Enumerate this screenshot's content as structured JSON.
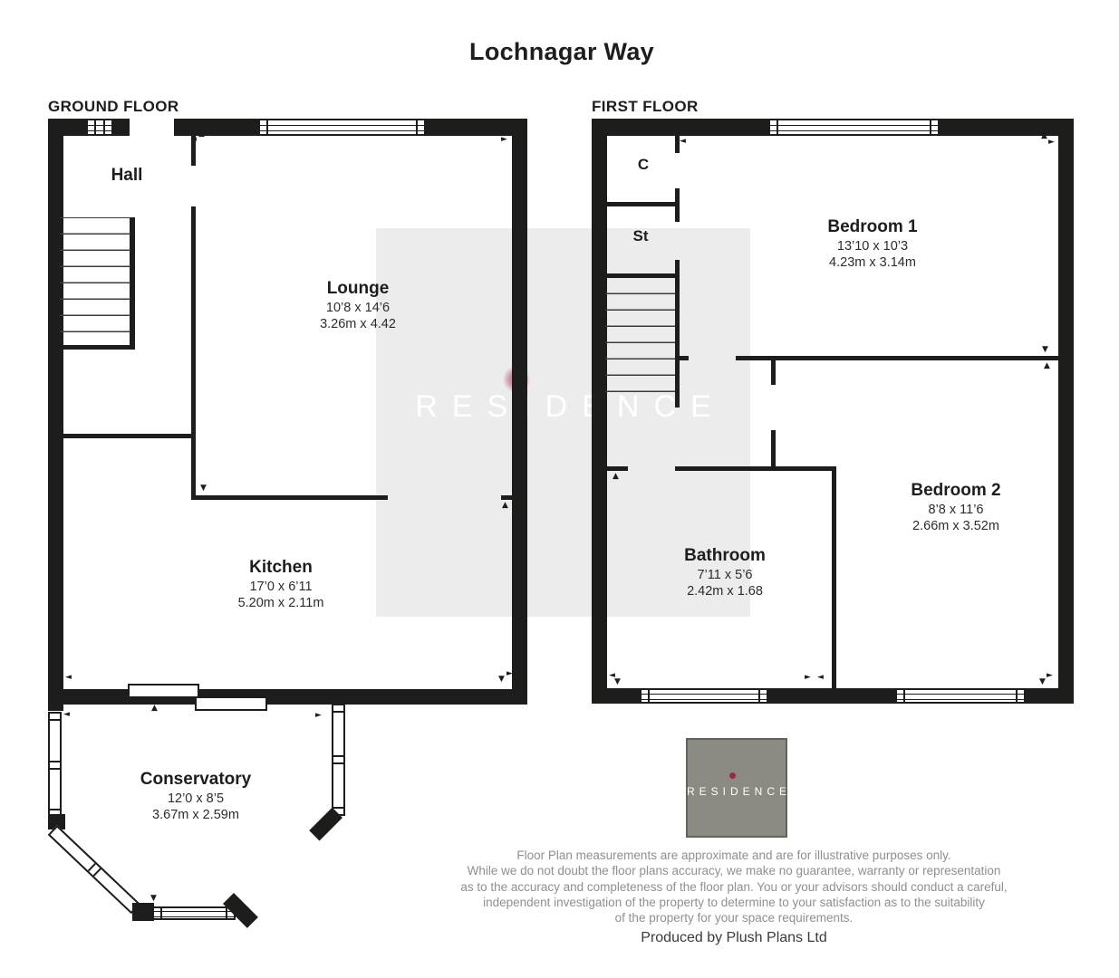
{
  "title": "Lochnagar Way",
  "watermark": {
    "text": "RESIDENCE"
  },
  "logo": {
    "text": "RESIDENCE"
  },
  "icons": {
    "up": "▲",
    "down": "▼",
    "left": "◄",
    "right": "►"
  },
  "colors": {
    "wall": "#1d1d1b",
    "watermark_bg": "#ececec",
    "watermark_text": "#ffffff",
    "logo_bg": "#8b8b83",
    "logo_border": "#63635b",
    "logo_text": "#ffffff",
    "logo_dot": "#9c2742",
    "disclaimer_text": "#8f8f8f",
    "produced_text": "#3a3a3a"
  },
  "ground_floor": {
    "label": "GROUND FLOOR",
    "rooms": [
      {
        "name": "Hall"
      },
      {
        "name": "Lounge",
        "imperial": "10’8 x 14’6",
        "metric": "3.26m x 4.42"
      },
      {
        "name": "Kitchen",
        "imperial": "17’0 x 6’11",
        "metric": "5.20m x 2.11m"
      },
      {
        "name": "Conservatory",
        "imperial": "12’0 x 8’5",
        "metric": "3.67m x 2.59m"
      }
    ]
  },
  "first_floor": {
    "label": "FIRST FLOOR",
    "rooms": [
      {
        "name": "C"
      },
      {
        "name": "St"
      },
      {
        "name": "Bedroom 1",
        "imperial": "13’10 x 10’3",
        "metric": "4.23m x 3.14m"
      },
      {
        "name": "Bedroom 2",
        "imperial": "8’8 x 11’6",
        "metric": "2.66m x 3.52m"
      },
      {
        "name": "Bathroom",
        "imperial": "7’11 x 5’6",
        "metric": "2.42m x 1.68"
      }
    ]
  },
  "disclaimer": {
    "lines": [
      "Floor Plan measurements are approximate and are for illustrative purposes only.",
      "While we do not doubt the floor plans accuracy, we make no guarantee, warranty or representation",
      "as to the accuracy and completeness of the floor plan. You or your advisors should conduct a careful,",
      "independent investigation of the property to determine to your satisfaction as to the suitability",
      "of the property for your space requirements."
    ],
    "produced_by": "Produced by Plush Plans Ltd"
  }
}
